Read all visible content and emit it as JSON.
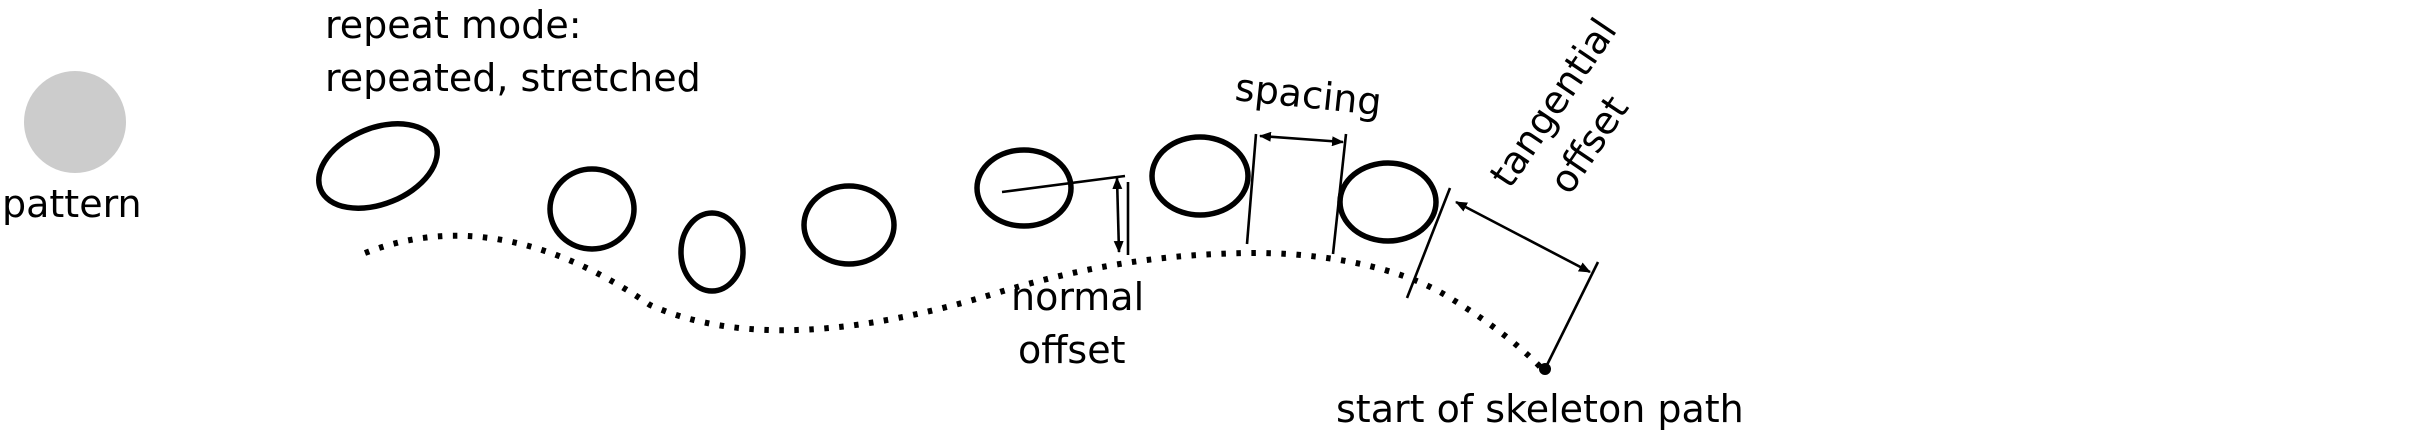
{
  "labels": {
    "repeat_mode_line1": "repeat mode:",
    "repeat_mode_line2": "repeated, stretched",
    "pattern": "pattern",
    "spacing": "spacing",
    "tangential_line1": "tangential",
    "tangential_line2": "offset",
    "normal_line1": "normal",
    "normal_line2": "offset",
    "start_path": "start of skeleton path"
  },
  "colors": {
    "pattern_fill": "#cccccc",
    "stroke": "#000000",
    "background": "#ffffff"
  }
}
